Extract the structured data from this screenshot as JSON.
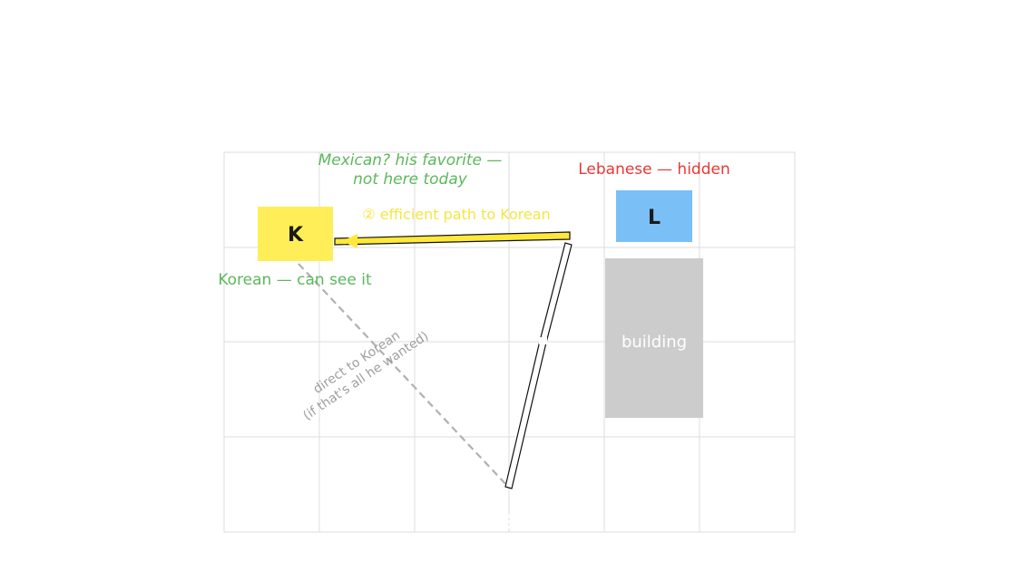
{
  "colors": {
    "grid": "#dddddd",
    "korean_box": "#ffee58",
    "lebanese_box": "#7bbff7",
    "building": "#cccccc",
    "green_text": "#5cb85c",
    "red_text": "#e53935",
    "yellow_text": "#f5e642",
    "gray_text": "#9e9e9e",
    "dashed": "#b0b0b0",
    "path_fill": "#ffffff",
    "path_stroke": "#111111",
    "arrow_fill": "#ffe83a"
  },
  "boxes": {
    "korean": "K",
    "lebanese": "L",
    "building": "building"
  },
  "labels": {
    "mexican_line1": "Mexican? his favorite —",
    "mexican_line2": "not here today",
    "lebanese_caption": "Lebanese — hidden",
    "korean_caption": "Korean — can see it",
    "efficient_path": "② efficient path to Korean",
    "direct_line1": "direct to Korean",
    "direct_line2": "(if that's all he wanted)"
  }
}
